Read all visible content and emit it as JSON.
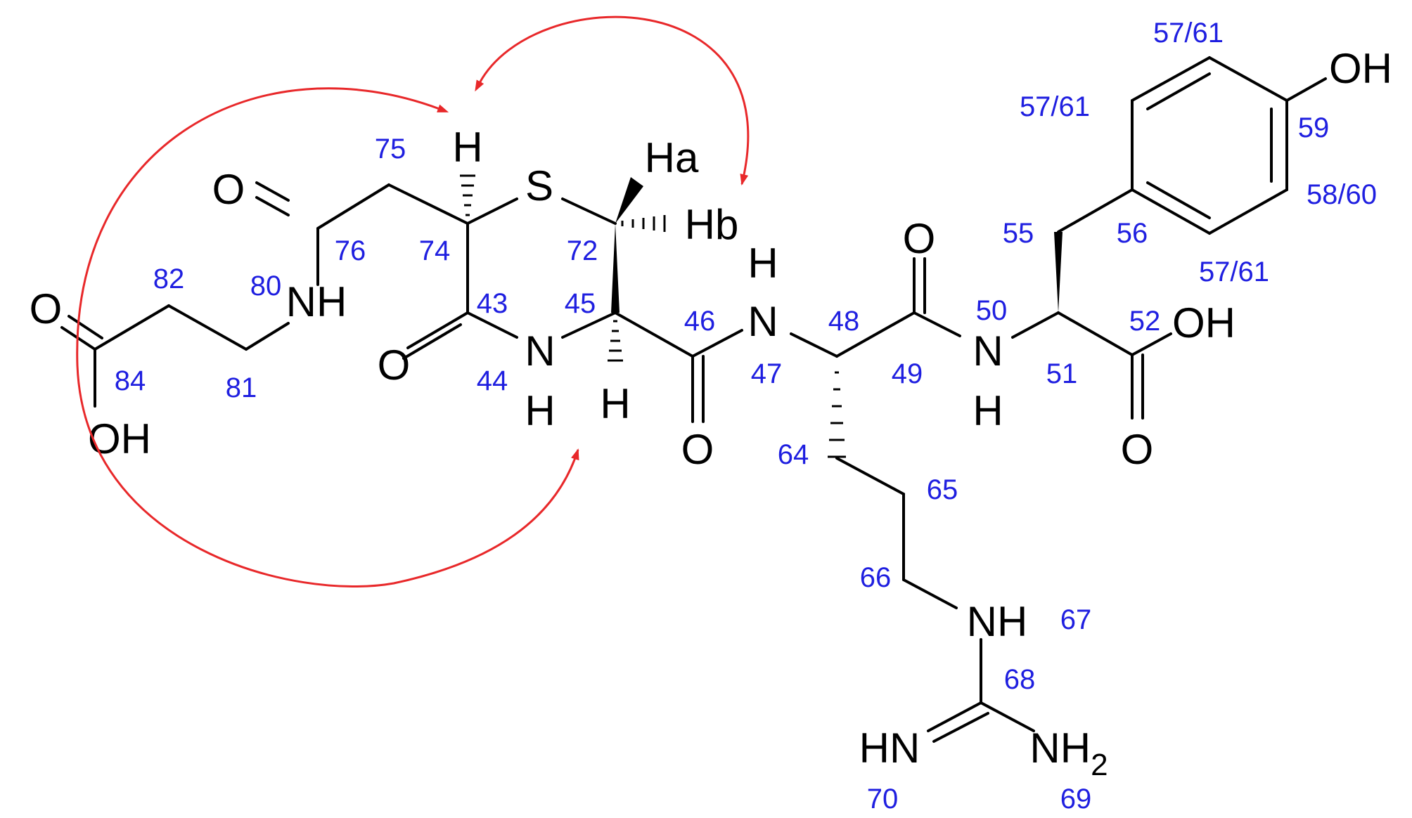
{
  "colors": {
    "atom_label": "#000000",
    "bond": "#000000",
    "number_label": "#1f1fe0",
    "arrow": "#e8282a"
  },
  "atom_labels": {
    "o76": "O",
    "nh80": "NH",
    "s": "S",
    "h74": "H",
    "ha": "Ha",
    "hb": "Hb",
    "o84": "O",
    "oh84": "OH",
    "o43": "O",
    "n44": "N",
    "h44": "H",
    "h45": "H",
    "o46": "O",
    "h47": "H",
    "n47": "N",
    "o49": "O",
    "n50": "N",
    "h50": "H",
    "oh52": "OH",
    "o52": "O",
    "oh59": "OH",
    "nh67": "NH",
    "hn70": "HN",
    "nh69": "NH",
    "nh69_sub": "2"
  },
  "number_labels": {
    "n75": "75",
    "n76": "76",
    "n74": "74",
    "n72": "72",
    "n82": "82",
    "n80": "80",
    "n43": "43",
    "n45": "45",
    "n46": "46",
    "n48": "48",
    "n50": "50",
    "n52": "52",
    "n84": "84",
    "n81": "81",
    "n44": "44",
    "n47": "47",
    "n49": "49",
    "n51": "51",
    "n64": "64",
    "n65": "65",
    "n66": "66",
    "n67": "67",
    "n68": "68",
    "n70": "70",
    "n69": "69",
    "n55": "55",
    "n56": "56",
    "n59": "59",
    "n58_60": "58/60",
    "n57_61_top": "57/61",
    "n57_61_left": "57/61",
    "n57_61_bottom": "57/61"
  }
}
